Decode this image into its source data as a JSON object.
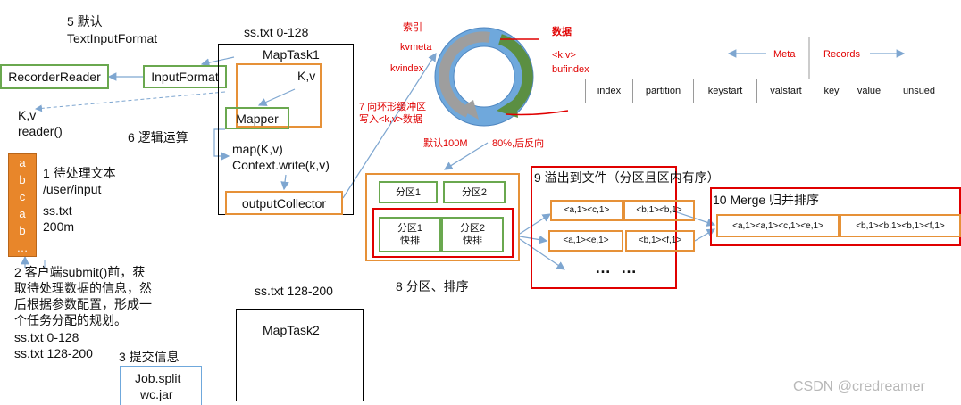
{
  "step5": {
    "line1": "5 默认",
    "line2": "TextInputFormat"
  },
  "recorder_reader": "RecorderReader",
  "input_format": "InputFormat",
  "kv_reader": {
    "line1": "K,v",
    "line2": "reader()"
  },
  "step6": "6 逻辑运算",
  "file_block": {
    "letters": [
      "a",
      "b",
      "c",
      "a",
      "b",
      "…"
    ]
  },
  "step1": {
    "line1": "1 待处理文本",
    "line2": "/user/input",
    "line3": "ss.txt",
    "line4": "200m"
  },
  "step2": {
    "line1": "2 客户端submit()前，获",
    "line2": "取待处理数据的信息，然",
    "line3": "后根据参数配置，形成一",
    "line4": "个任务分配的规划。",
    "line5": "ss.txt  0-128",
    "line6": "ss.txt  128-200"
  },
  "step3": "3 提交信息",
  "job_files": {
    "line1": "Job.split",
    "line2": "wc.jar"
  },
  "maptask1": {
    "range": "ss.txt 0-128",
    "title": "MapTask1",
    "kv": "K,v",
    "mapper": "Mapper",
    "map_line1": "map(K,v)",
    "map_line2": "Context.write(k,v)",
    "collector": "outputCollector"
  },
  "maptask2": {
    "range": "ss.txt 128-200",
    "title": "MapTask2"
  },
  "step7": {
    "line1": "7 向环形缓冲区",
    "line2": "写入<k,v>数据"
  },
  "ring": {
    "index_label": "索引",
    "kvmeta": "kvmeta",
    "kvindex": "kvindex",
    "data_label": "数据",
    "kv": "<k,v>",
    "bufindex": "bufindex",
    "default": "默认100M",
    "spill": "80%,后反向"
  },
  "meta_header": {
    "meta": "Meta",
    "records": "Records"
  },
  "meta_cells": [
    "index",
    "partition",
    "keystart",
    "valstart",
    "key",
    "value",
    "unsued"
  ],
  "step8": {
    "p1": "分区1",
    "p2": "分区2",
    "p1s_line1": "分区1",
    "p1s_line2": "快排",
    "p2s_line1": "分区2",
    "p2s_line2": "快排",
    "label": "8 分区、排序"
  },
  "step9": {
    "title": "9 溢出到文件（分区且区内有序）",
    "r1a": "<a,1><c,1>",
    "r1b": "<b,1><b,1>",
    "r2a": "<a,1><e,1>",
    "r2b": "<b,1><f,1>",
    "dots": "… …"
  },
  "step10": {
    "title": "10 Merge 归并排序",
    "cell1": "<a,1><a,1><c,1><e,1>",
    "cell2": "<b,1><b,1><b,1><f,1>"
  },
  "watermark": "CSDN @credreamer",
  "colors": {
    "green": "#6aa84f",
    "orange": "#e69138",
    "red": "#e00000",
    "blue": "#6fa8dc",
    "ring": "#6fa8dc"
  }
}
